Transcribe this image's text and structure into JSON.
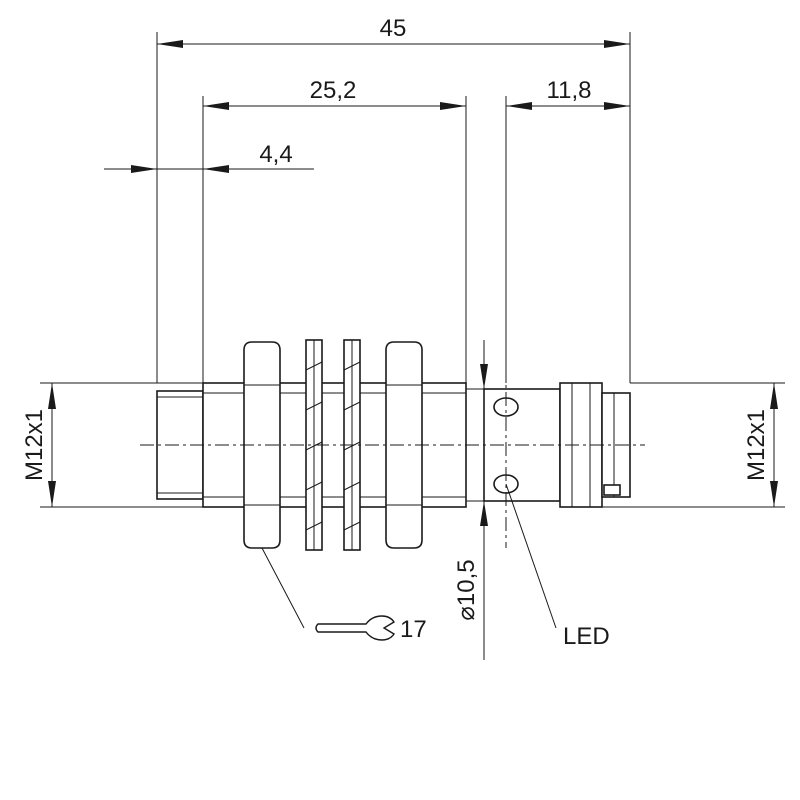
{
  "drawing": {
    "dimensions": {
      "overall_length": "45",
      "body_length": "25,2",
      "connector_length": "11,8",
      "nose_length": "4,4",
      "thread_left": "M12x1",
      "thread_right": "M12x1",
      "diameter": "⌀10,5",
      "wrench_size": "17"
    },
    "labels": {
      "led": "LED"
    },
    "icons": {
      "wrench": "wrench-icon"
    }
  }
}
